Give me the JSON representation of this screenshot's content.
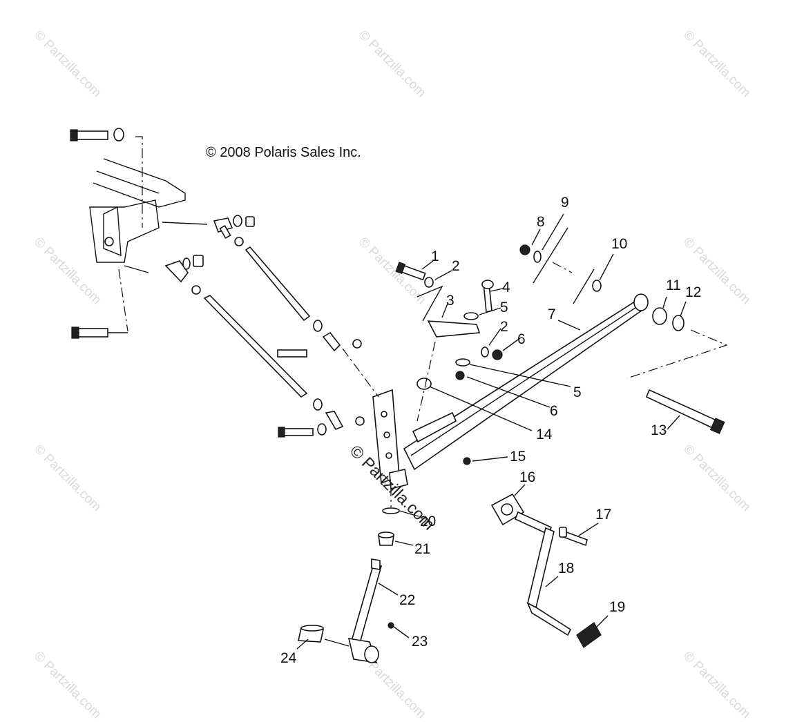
{
  "copyright": "© 2008 Polaris Sales Inc.",
  "watermark": "© Partzilla.com",
  "center_watermark": "© Partzilla.com",
  "callouts": [
    "1",
    "2",
    "3",
    "4",
    "5",
    "2",
    "6",
    "7",
    "8",
    "9",
    "10",
    "11",
    "12",
    "5",
    "6",
    "13",
    "14",
    "15",
    "16",
    "17",
    "18",
    "19",
    "20",
    "21",
    "22",
    "23",
    "24"
  ]
}
